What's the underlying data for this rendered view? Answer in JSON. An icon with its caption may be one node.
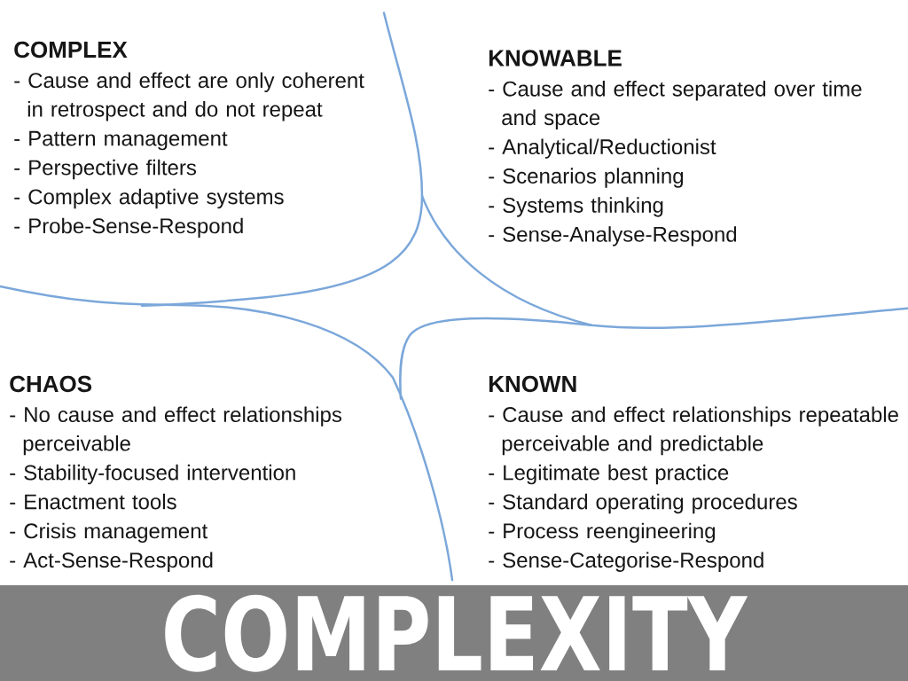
{
  "diagram": {
    "title": "COMPLEXITY",
    "labels": [
      "COMPLEX",
      "- Cause and effect are only coherent in retrospect and do not repeat",
      "- Pattern management",
      "- Perspective filters",
      "- Complex adaptive systems",
      "- Probe-Sense-Respond",
      "KNOWABLE",
      "- Cause and effect separated over time and space",
      "- Analytical/Reductionist",
      "- Scenarios planning",
      "- Systems thinking",
      "- Sense-Analyse-Respond",
      "CHAOS",
      "- No cause and effect relationships perceivable",
      "- Stability-focused intervention",
      "- Enactment tools",
      "- Crisis management",
      "- Act-Sense-Respond",
      "KNOWN",
      "- Cause and effect relationships repeatable perceivable and predictable",
      "- Legitimate best practice",
      "- Standard operating procedures",
      "- Process reengineering",
      "- Sense-Categorise-Respond"
    ]
  }
}
